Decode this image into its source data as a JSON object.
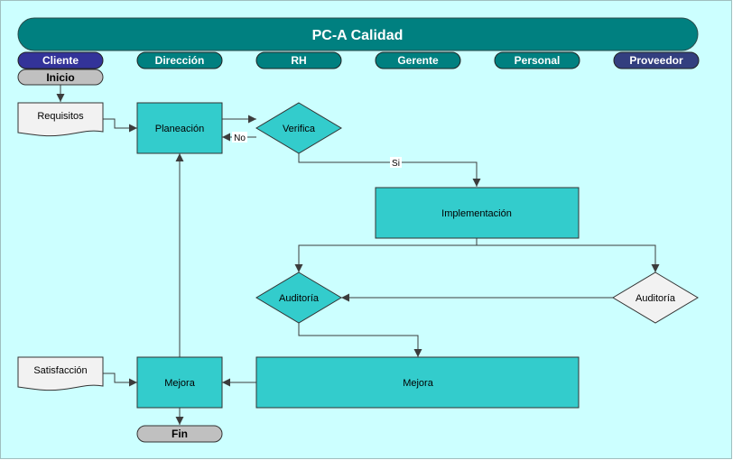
{
  "title": "PC-A Calidad",
  "lanes": [
    "Cliente",
    "Dirección",
    "RH",
    "Gerente",
    "Personal",
    "Proveedor"
  ],
  "nodes": {
    "inicio": "Inicio",
    "requisitos": "Requisitos",
    "planeacion": "Planeación",
    "verifica": "Verifica",
    "implementacion": "Implementación",
    "auditoria_left": "Auditoría",
    "auditoria_right": "Auditoría",
    "satisfaccion": "Satisfacción",
    "mejora_left": "Mejora",
    "mejora_right": "Mejora",
    "fin": "Fin"
  },
  "edge_labels": {
    "no": "No",
    "si": "Si"
  },
  "colors": {
    "background": "#ccffff",
    "title_bar": "#008080",
    "process": "#33cccc",
    "lane_cliente": "#333399",
    "lane_default": "#008080",
    "lane_proveedor": "#333f7f",
    "terminator": "#c0c0c0",
    "document": "#f2f2f2",
    "decision_alt": "#f2f2f2"
  }
}
